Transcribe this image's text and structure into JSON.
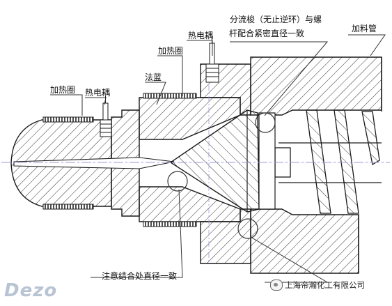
{
  "labels": {
    "diverter_note_line1": "分流梭（无止逆环）与螺",
    "diverter_note_line2": "杆配合紧密直径一致",
    "barrel": "加料管",
    "thermocouple_upper": "热电耦",
    "heater_band_upper": "加热圈",
    "flange": "法蓝",
    "heater_band_left": "加热圈",
    "thermocouple_left": "热电耦",
    "bottom_note": "注意结合处直径一致"
  },
  "watermark": {
    "brand": "Dezo",
    "company": "上海帝瀚化工有限公司"
  },
  "colors": {
    "line": "#1a1a1a",
    "hatch": "#333333",
    "centerline": "#9a9ad8",
    "leader": "#333333",
    "callout_circle": "#333333",
    "heater": "#222222"
  }
}
